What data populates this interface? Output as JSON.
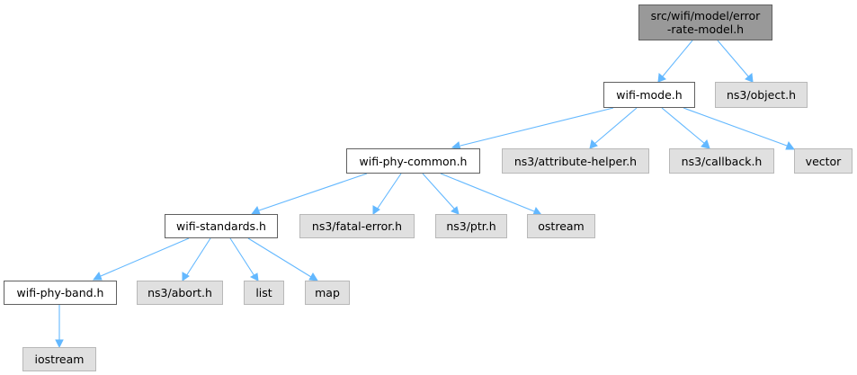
{
  "nodes": {
    "root": {
      "line1": "src/wifi/model/error",
      "line2": "-rate-model.h"
    },
    "wifi_mode": "wifi-mode.h",
    "ns3_object": "ns3/object.h",
    "wifi_phy_common": "wifi-phy-common.h",
    "ns3_attribute_helper": "ns3/attribute-helper.h",
    "ns3_callback": "ns3/callback.h",
    "vector": "vector",
    "wifi_standards": "wifi-standards.h",
    "ns3_fatal_error": "ns3/fatal-error.h",
    "ns3_ptr": "ns3/ptr.h",
    "ostream": "ostream",
    "wifi_phy_band": "wifi-phy-band.h",
    "ns3_abort": "ns3/abort.h",
    "list": "list",
    "map": "map",
    "iostream": "iostream"
  },
  "colors": {
    "edge": "#63b8ff",
    "root_fill": "#999999",
    "external_fill": "#e0e0e0",
    "internal_fill": "#ffffff"
  }
}
